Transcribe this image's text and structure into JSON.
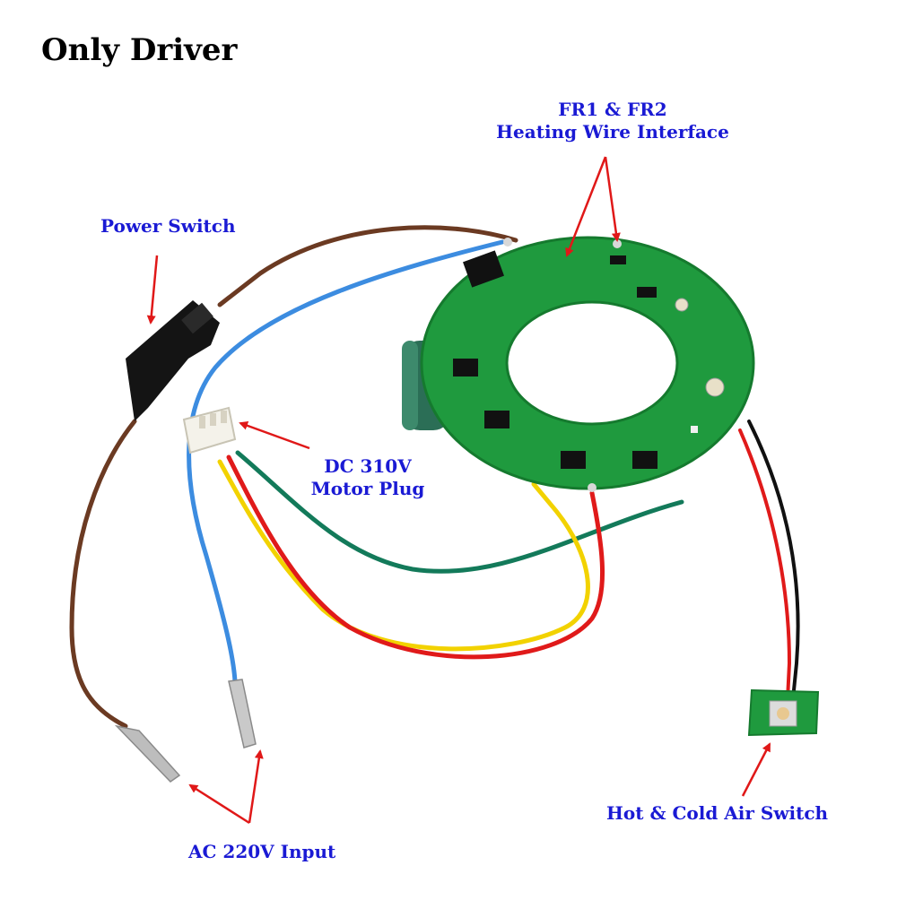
{
  "title": "Only Driver",
  "labels": {
    "fr_line1": "FR1 & FR2",
    "fr_line2": "Heating Wire Interface",
    "power_switch": "Power Switch",
    "dc_line1": "DC 310V",
    "dc_line2": "Motor Plug",
    "hot_cold": "Hot & Cold Air Switch",
    "ac_input": "AC 220V Input"
  },
  "colors": {
    "label_text": "#1a1ad4",
    "arrow": "#e01818",
    "pcb": "#1f9a3e",
    "wire_brown": "#6b3a22",
    "wire_blue": "#3c8ce0",
    "wire_green": "#137a5a",
    "wire_yellow": "#f2d200",
    "wire_red": "#e01a1a",
    "wire_black": "#111111"
  }
}
